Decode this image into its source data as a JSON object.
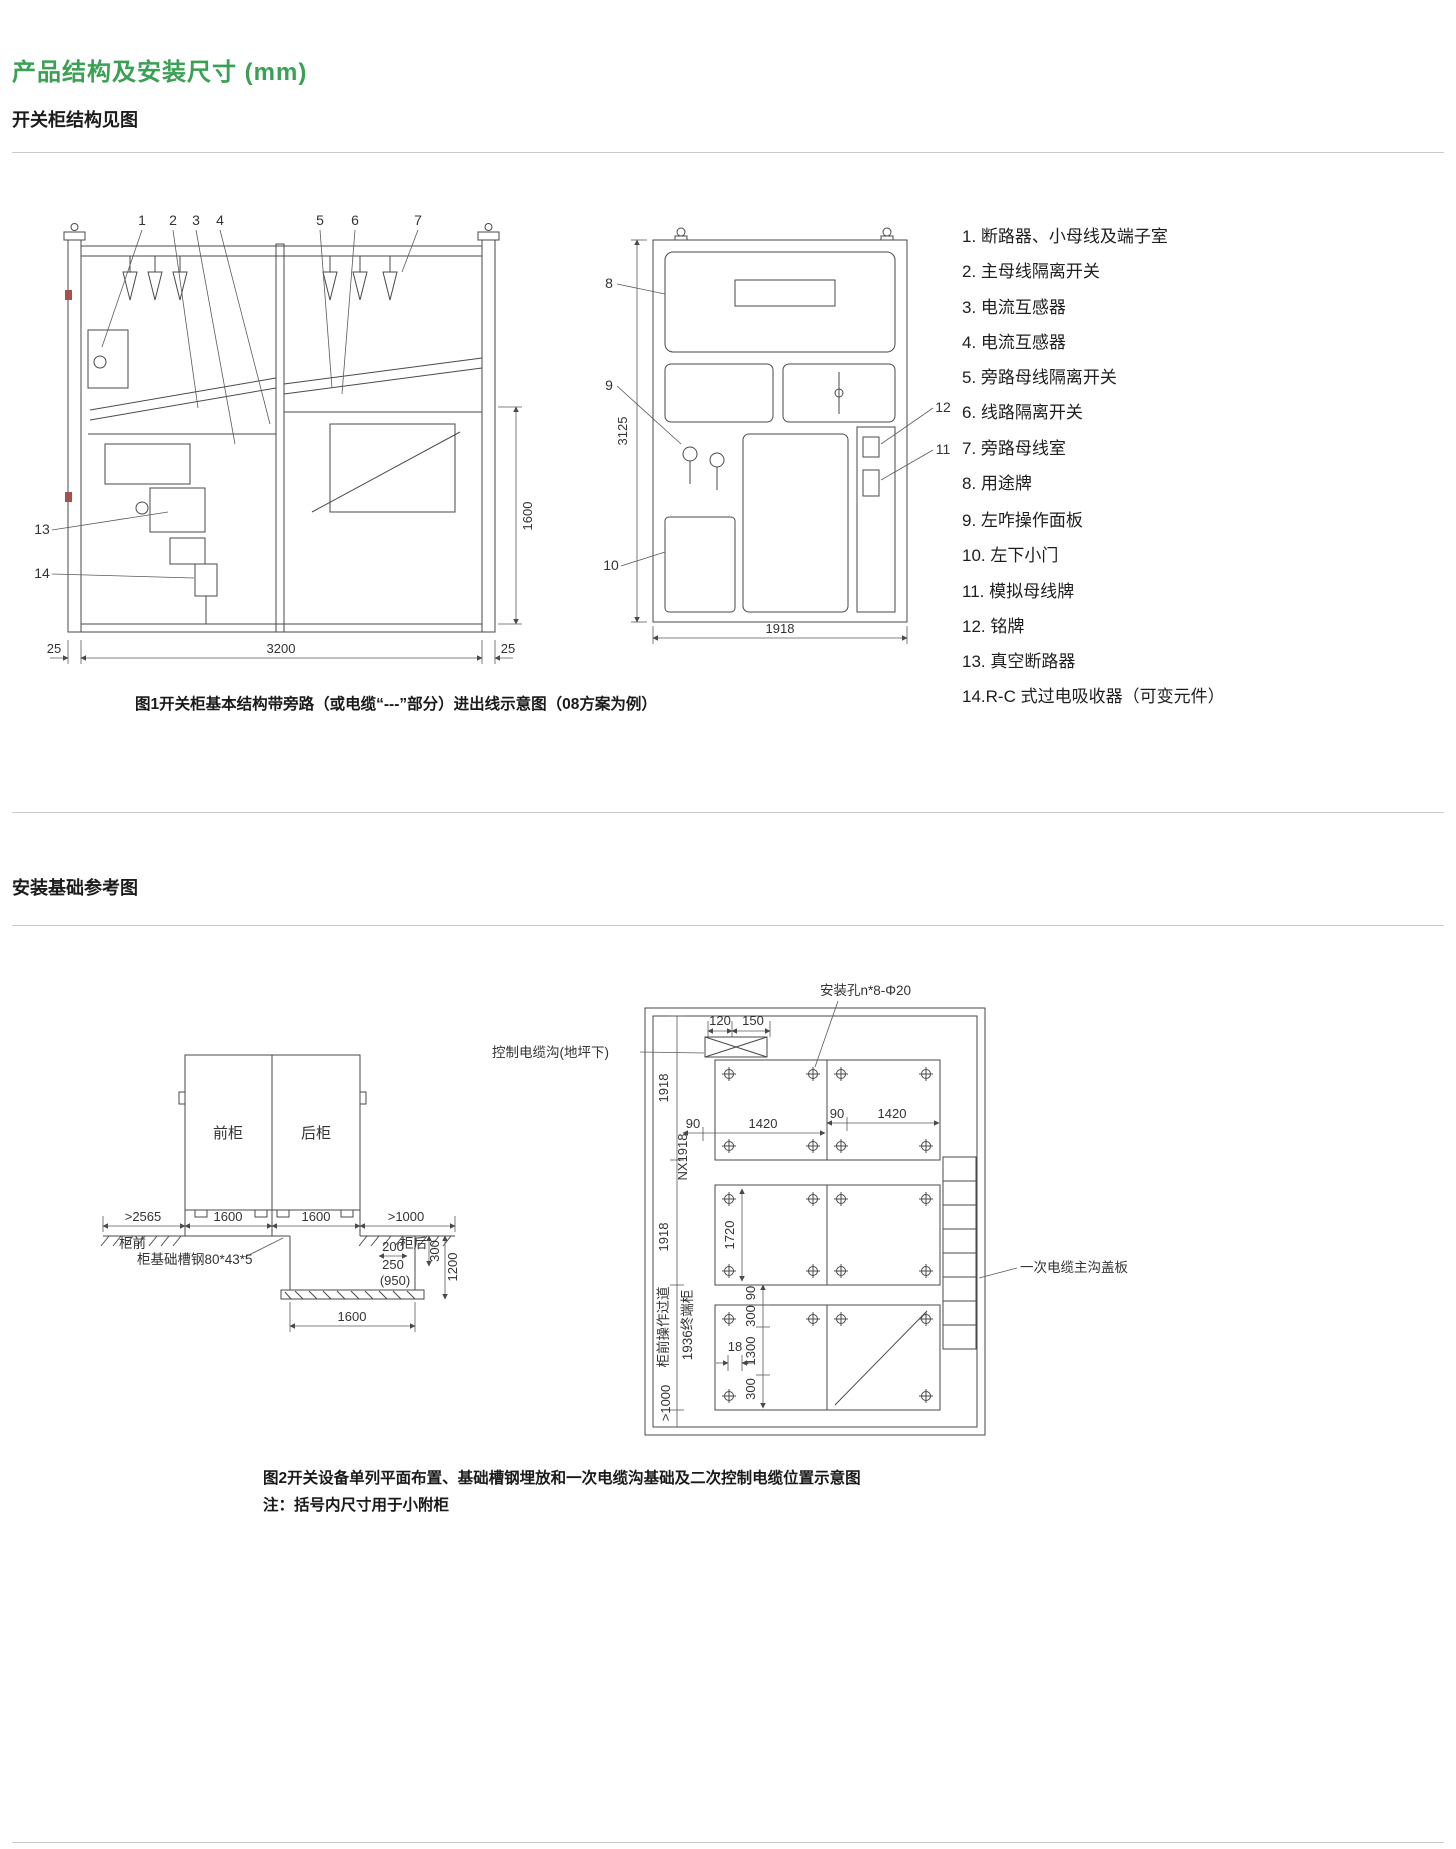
{
  "page": {
    "title": "产品结构及安装尺寸 (mm)",
    "section1_heading": "开关柜结构见图",
    "section2_heading": "安装基础参考图",
    "colors": {
      "accent_green": "#3aa054",
      "drawing_line": "#4a4a4a"
    }
  },
  "figure1": {
    "caption": "图1开关柜基本结构带旁路（或电缆“---”部分）进出线示意图（08方案为例）",
    "legend": [
      "1. 断路器、小母线及端子室",
      "2. 主母线隔离开关",
      "3. 电流互感器",
      "4. 电流互感器",
      "5. 旁路母线隔离开关",
      "6. 线路隔离开关",
      "7. 旁路母线室",
      "8. 用途牌",
      "9. 左咋操作面板",
      "10. 左下小门",
      "11. 模拟母线牌",
      "12. 铭牌",
      "13. 真空断路器",
      "14.R-C 式过电吸收器（可变元件）"
    ],
    "section_view": {
      "callouts": {
        "n1": "1",
        "n2": "2",
        "n3": "3",
        "n4": "4",
        "n5": "5",
        "n6": "6",
        "n7": "7",
        "n13": "13",
        "n14": "14"
      },
      "dims": {
        "left_gap": "25",
        "width": "3200",
        "right_gap": "25",
        "door_height": "1600"
      }
    },
    "front_view": {
      "callouts": {
        "n8": "8",
        "n9": "9",
        "n10": "10",
        "n11": "11",
        "n12": "12"
      },
      "dims": {
        "height": "3125",
        "width": "1918"
      }
    }
  },
  "figure2": {
    "caption": "图2开关设备单列平面布置、基础槽钢埋放和一次电缆沟基础及二次控制电缆位置示意图",
    "note": "注：括号内尺寸用于小附柜",
    "side_view": {
      "front_cabinet": "前柜",
      "rear_cabinet": "后柜",
      "front_clearance": ">2565",
      "front_label": "柜前",
      "front_depth": "1600",
      "rear_depth": "1600",
      "rear_clearance": ">1000",
      "rear_label": "柜后",
      "channel_label": "柜基础槽钢80*43*5",
      "dim_200": "200",
      "dim_250": "250",
      "dim_950": "(950)",
      "dim_300": "300",
      "dim_1200": "1200",
      "trench_width": "1600"
    },
    "plan_view": {
      "hole_label": "安装孔n*8-Φ20",
      "duct_label": "控制电缆沟(地坪下)",
      "cover_label": "一次电缆主沟盖板",
      "dim_120": "120",
      "dim_150": "150",
      "row1_depth": "1918",
      "row_pitch": "NX1918",
      "row2_depth": "1918",
      "aisle_label": "柜前操作过道",
      "aisle_width": ">1000",
      "end_cabinet": "1936终端柜",
      "dim_90a": "90",
      "dim_1420a": "1420",
      "dim_90b": "90",
      "dim_1420b": "1420",
      "dim_1720": "1720",
      "dim_90c": "90",
      "dim_300a": "300",
      "dim_1300": "1300",
      "dim_300b": "300",
      "dim_18": "18"
    }
  }
}
